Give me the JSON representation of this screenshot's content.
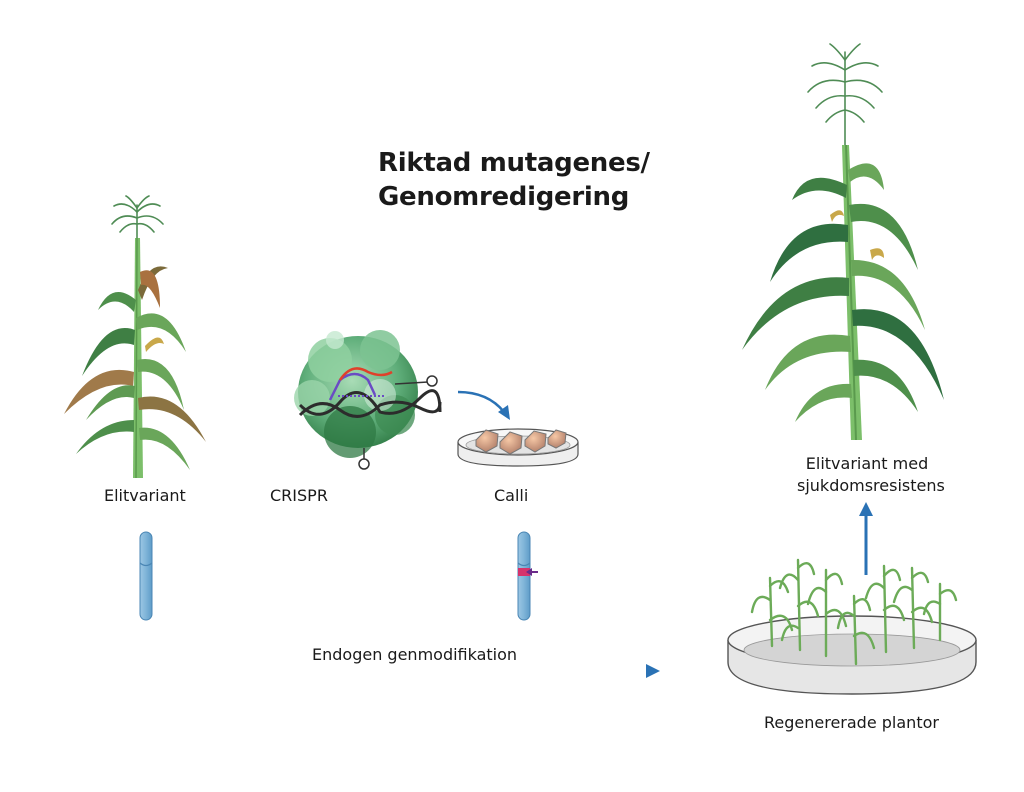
{
  "title": {
    "line1": "Riktad mutagenes/",
    "line2": "Genomredigering"
  },
  "labels": {
    "elite": "Elitvariant",
    "crispr": "CRISPR",
    "calli": "Calli",
    "result_line1": "Elitvariant med",
    "result_line2": "sjukdomsresistens",
    "regenerated": "Regenererade plantor",
    "arrow": "Endogen genmodifikation"
  },
  "colors": {
    "arrow_blue": "#2a72b5",
    "leaf_green": "#6cab58",
    "leaf_dark": "#2f7a44",
    "chromosome": "#7fb4d8",
    "edit_mark": "#d6336c",
    "protein": "#5fae7a"
  }
}
